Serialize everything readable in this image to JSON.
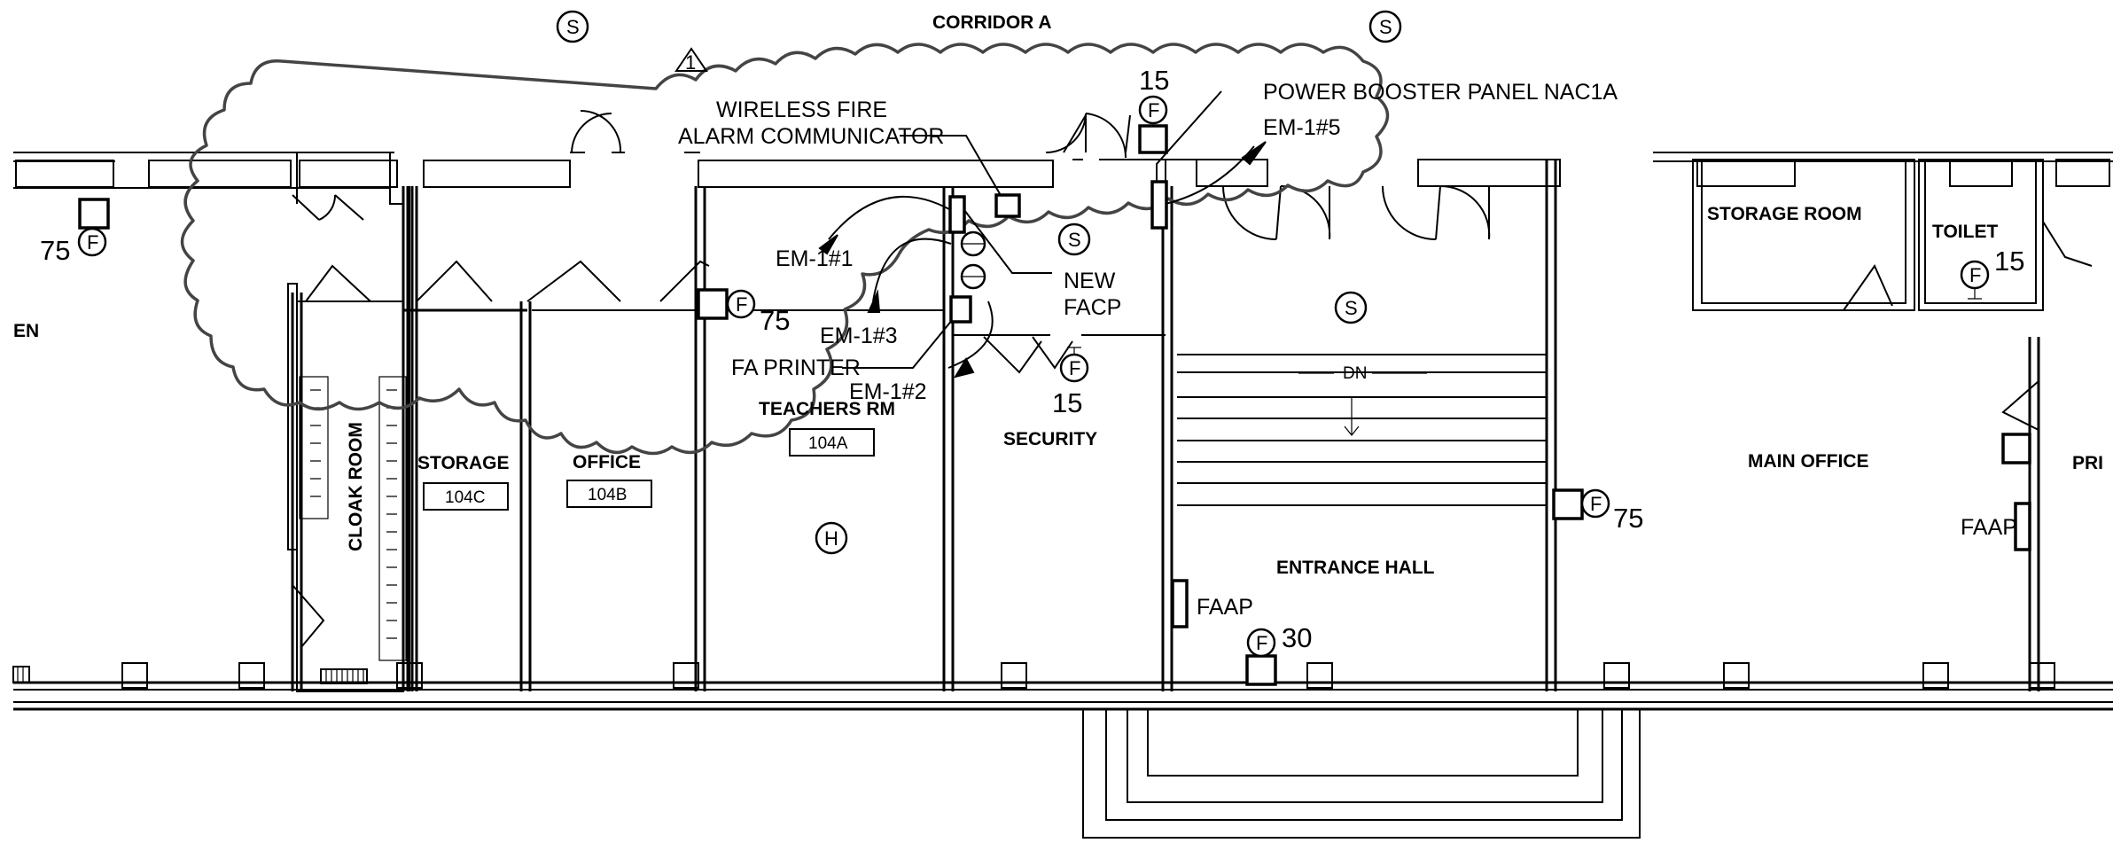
{
  "rooms": {
    "corridor": "CORRIDOR A",
    "left_edge": "EN",
    "cloak": "CLOAK ROOM",
    "storage": "STORAGE",
    "storage_no": "104C",
    "office": "OFFICE",
    "office_no": "104B",
    "teachers": "TEACHERS RM",
    "teachers_no": "104A",
    "security": "SECURITY",
    "entrance": "ENTRANCE HALL",
    "storage_room": "STORAGE ROOM",
    "toilet": "TOILET",
    "main_office": "MAIN OFFICE",
    "right_edge": "PRI"
  },
  "notes": {
    "wireless_1": "WIRELESS FIRE",
    "wireless_2": "ALARM COMMUNICATOR",
    "power_booster": "POWER BOOSTER PANEL NAC1A",
    "em5": "EM-1#5",
    "em1": "EM-1#1",
    "em3": "EM-1#3",
    "em2": "EM-1#2",
    "fa_printer": "FA PRINTER",
    "new": "NEW",
    "facp": "FACP",
    "dn": "DN",
    "faap_1": "FAAP",
    "faap_2": "FAAP",
    "revision": "1"
  },
  "ratings": {
    "r75_left": "75",
    "r15_top": "15",
    "r75_teachers": "75",
    "r15_security": "15",
    "r75_hall": "75",
    "r30_hall": "30",
    "r15_toilet": "15"
  },
  "symbols": {
    "strobe": "S",
    "fire": "F",
    "heat": "H"
  }
}
